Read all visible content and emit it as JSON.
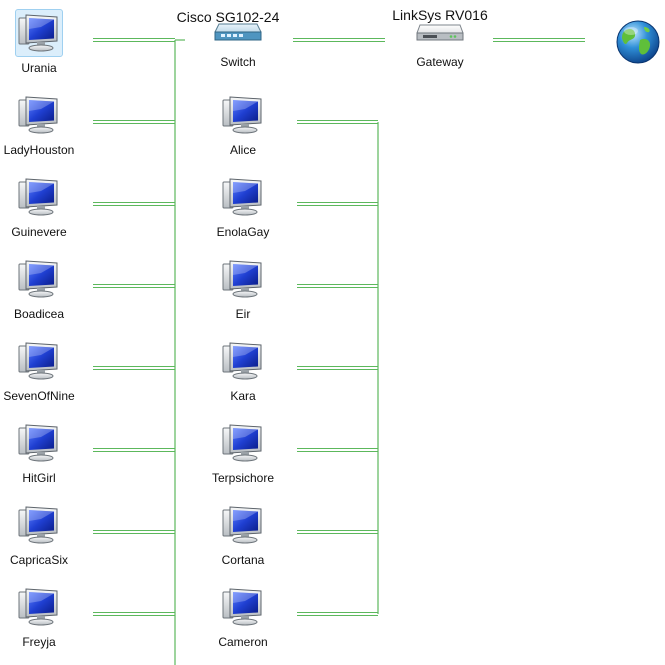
{
  "switch": {
    "model": "Cisco SG102-24",
    "label": "Switch",
    "icon": "network-switch-icon"
  },
  "gateway": {
    "model": "LinkSys RV016",
    "label": "Gateway",
    "icon": "router-icon"
  },
  "internet": {
    "icon": "globe-icon"
  },
  "left_hosts": [
    {
      "label": "Urania",
      "icon": "computer-icon",
      "selected": true
    },
    {
      "label": "LadyHouston",
      "icon": "computer-icon"
    },
    {
      "label": "Guinevere",
      "icon": "computer-icon"
    },
    {
      "label": "Boadicea",
      "icon": "computer-icon"
    },
    {
      "label": "SevenOfNine",
      "icon": "computer-icon"
    },
    {
      "label": "HitGirl",
      "icon": "computer-icon"
    },
    {
      "label": "CapricaSix",
      "icon": "computer-icon"
    },
    {
      "label": "Freyja",
      "icon": "computer-icon"
    }
  ],
  "right_hosts": [
    {
      "label": "Alice",
      "icon": "computer-icon"
    },
    {
      "label": "EnolaGay",
      "icon": "computer-icon"
    },
    {
      "label": "Eir",
      "icon": "computer-icon"
    },
    {
      "label": "Kara",
      "icon": "computer-icon"
    },
    {
      "label": "Terpsichore",
      "icon": "computer-icon"
    },
    {
      "label": "Cortana",
      "icon": "computer-icon"
    },
    {
      "label": "Cameron",
      "icon": "computer-icon"
    }
  ],
  "colors": {
    "wire": "#5cb85c",
    "screen": "#1f3fd1"
  }
}
